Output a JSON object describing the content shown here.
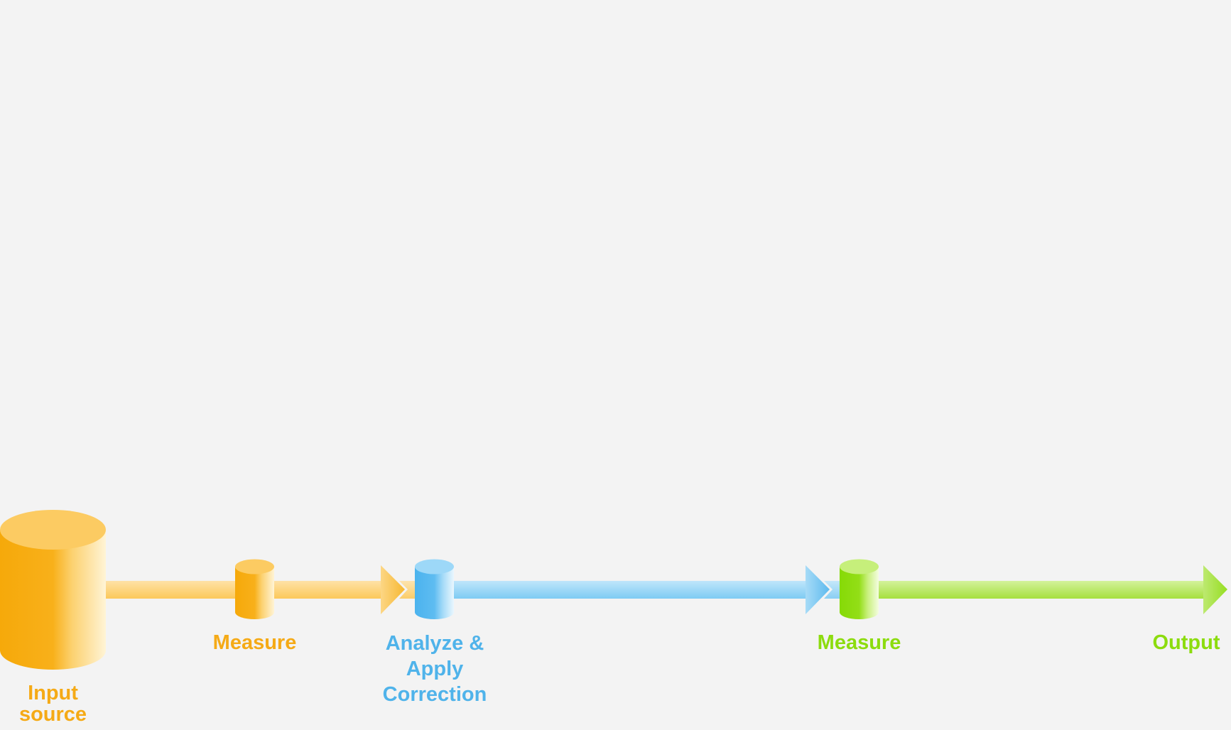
{
  "diagram": {
    "stages": [
      {
        "id": "input",
        "label_lines": [
          "Input",
          "source"
        ],
        "color": "#f5aa16"
      },
      {
        "id": "measure-1",
        "label_lines": [
          "Measure"
        ],
        "color": "#f5aa16"
      },
      {
        "id": "analyze",
        "label_lines": [
          "Analyze &",
          "Apply",
          "Correction"
        ],
        "color": "#4fb3ea"
      },
      {
        "id": "measure-2",
        "label_lines": [
          "Measure"
        ],
        "color": "#8cdc0e"
      },
      {
        "id": "output",
        "label_lines": [
          "Output"
        ],
        "color": "#8cdc0e"
      }
    ],
    "colors": {
      "orange": "#f5aa16",
      "orange_light": "#fdd98a",
      "blue": "#4fb3ea",
      "blue_light": "#a9dcf7",
      "green": "#8cdc0e",
      "green_light": "#cdef86",
      "background": "#f3f3f3"
    }
  }
}
